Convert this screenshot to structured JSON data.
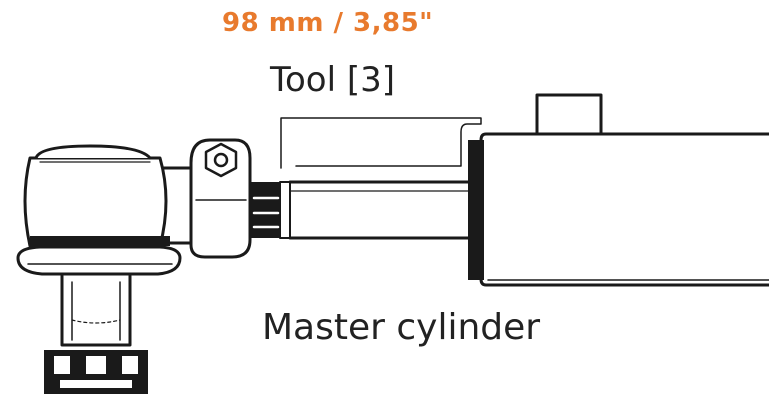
{
  "labels": {
    "dimension": "98 mm / 3,85\"",
    "tool": "Tool  [3]",
    "master_cylinder": "Master cylinder"
  },
  "colors": {
    "dimension_text": "#e87a2d",
    "line": "#1a1a1a",
    "fill": "#ffffff"
  }
}
